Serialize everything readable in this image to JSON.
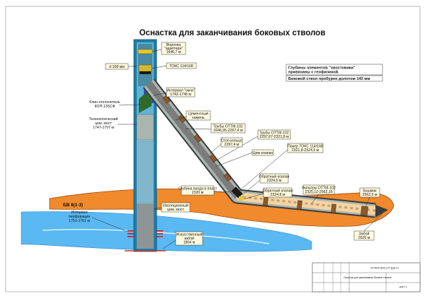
{
  "title": "Оснастка для заканчивания боковых стволов",
  "colors": {
    "formation": "#f08a2c",
    "water": "#5ab8f2",
    "casing": "#1e7fa8",
    "cement": "#a9b6b0",
    "lateral_pipe": "#7c7c7c",
    "callout_fill": "#fffbe0"
  },
  "labels": {
    "funnel": [
      "Воронка",
      "\"адаптера\"",
      "1646,7 м"
    ],
    "diameter": "d 168 мм",
    "toks": "ТОКС 114/168",
    "window": [
      "Интервал \"окна\"",
      "1742-1745 м"
    ],
    "wedge": [
      "Клин-отклонитель",
      "КОП-135СФ"
    ],
    "tech_bridge": [
      "Технологический",
      "цем. мост",
      "1747-1797 м"
    ],
    "cement_stone": [
      "Цементный",
      "камень"
    ],
    "pipe_1": [
      "Трубы ОТТМ-102",
      "1646,95-2297,4 м"
    ],
    "pipe_2": [
      "Трубы ОТТМ-102",
      "2297,67-2321,8 м"
    ],
    "stop_ring": [
      "Стоп-кольцо",
      "2297,4 м"
    ],
    "cem_valve": "Цем клапан",
    "packer": [
      "Пакер ТОКС 114/168",
      "2321,8-2324,5 м"
    ],
    "depth_entry": [
      "Глубина входа в пласт",
      "2320 м"
    ],
    "check_valve_1": [
      "Обратный клапан",
      "2324,5 м"
    ],
    "check_valve_2": [
      "Обратный клапан",
      "2324,8 м"
    ],
    "filters": [
      "Фильтры ОТТМ-102",
      "2325,12-2562,16"
    ],
    "shoe": [
      "Башмак",
      "2562,5 м"
    ],
    "isolation_bridge": [
      "Изоляционный",
      "цем. мост"
    ],
    "bv": "БВ 8(1-3)",
    "perforation": [
      "Интервал",
      "перфорации",
      "1751-1761 м"
    ],
    "artificial_bottom": [
      "Искусственный",
      "забой",
      "1804 м"
    ],
    "bottom": [
      "Забой",
      "2626 м"
    ]
  },
  "notes": [
    "Глубины элементов \"хвостовика\" привязаны с геофизикой.",
    "Боковой ствол пробурен долотом 143 мм"
  ],
  "title_block": {
    "code": "ОП 5000 (2001) ОТ ДЭБ 01",
    "name": "Оснастка для заканчивания боковых стволов",
    "sheet": "ЛИСТ 1"
  }
}
